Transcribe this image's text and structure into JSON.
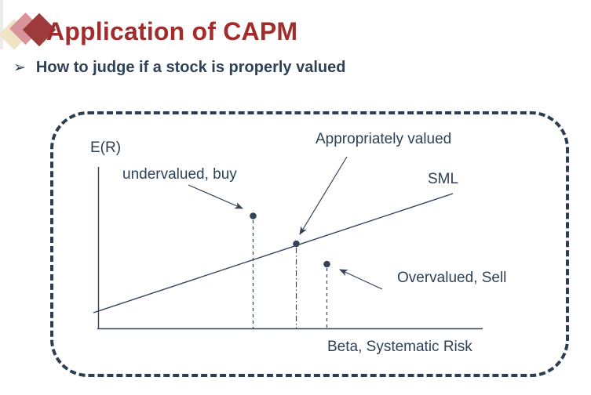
{
  "header": {
    "title": "Application of CAPM"
  },
  "bullet": {
    "icon": "➢",
    "text": "How to judge if a stock is properly valued"
  },
  "diagram": {
    "y_axis_label": "E(R)",
    "x_axis_label": "Beta, Systematic Risk",
    "line_label": "SML",
    "points": [
      {
        "label": "undervalued, buy",
        "relation": "above SML line"
      },
      {
        "label": "Appropriately valued",
        "relation": "on SML line"
      },
      {
        "label": "Overvalued, Sell",
        "relation": "below SML line"
      }
    ]
  },
  "colors": {
    "title_red": "#A02C2C",
    "diamond_dark_red": "#9D3A3C",
    "diamond_pink": "#D9949A",
    "diamond_cream": "#F1E3C6",
    "body_navy": "#2E4156",
    "diagram_navy": "#33445A",
    "dashed_border_navy": "#2C3E50"
  }
}
